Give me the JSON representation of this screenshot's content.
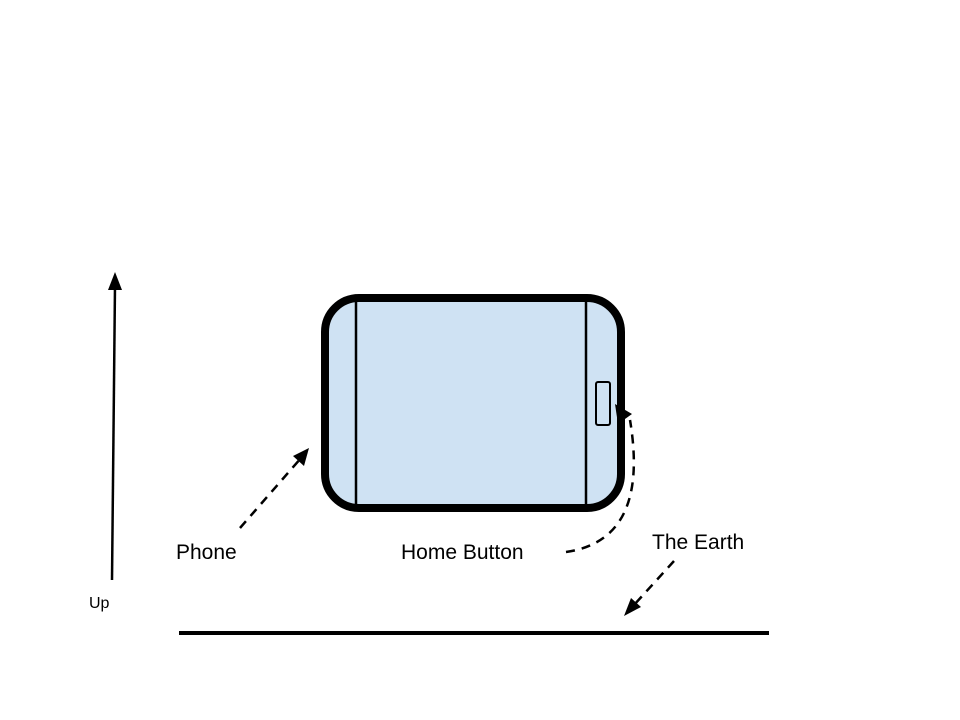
{
  "labels": {
    "up": "Up",
    "phone": "Phone",
    "home_button": "Home Button",
    "earth": "The Earth"
  },
  "colors": {
    "phone_fill": "#cfe2f3",
    "stroke": "#000000",
    "background": "#ffffff"
  }
}
